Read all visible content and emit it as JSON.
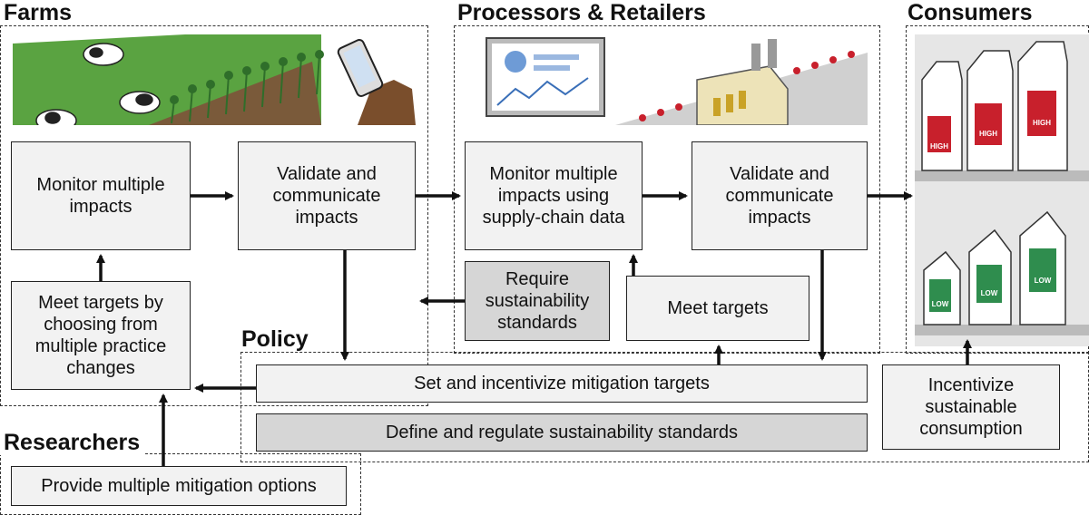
{
  "regions": {
    "farms": "Farms",
    "processors": "Processors & Retailers",
    "consumers": "Consumers",
    "policy": "Policy",
    "researchers": "Researchers"
  },
  "boxes": {
    "farm_monitor": "Monitor multiple impacts",
    "farm_validate": "Validate and communicate impacts",
    "farm_meet": "Meet targets by choosing from multiple practice changes",
    "proc_monitor": "Monitor multiple impacts using supply-chain data",
    "proc_validate": "Validate and communicate impacts",
    "proc_require": "Require sustainability standards",
    "proc_meet": "Meet targets",
    "policy_set": "Set and incentivize mitigation targets",
    "policy_define": "Define and regulate sustainability standards",
    "consumer_incentivize": "Incentivize sustainable consumption",
    "research_provide": "Provide multiple mitigation options"
  },
  "illustrations": {
    "farm": "farm-cows-crops-phone",
    "processor": "dashboard-factory-conveyor",
    "consumer": "store-shelf-milk-products"
  },
  "labels": {
    "milk_high": "HIGH",
    "milk_low": "LOW"
  },
  "colors": {
    "box_fill": "#f2f2f2",
    "box_fill_dark": "#d6d6d6",
    "grass": "#5aa341",
    "milk_red": "#c8202c",
    "carton_green": "#2f8d4e"
  }
}
